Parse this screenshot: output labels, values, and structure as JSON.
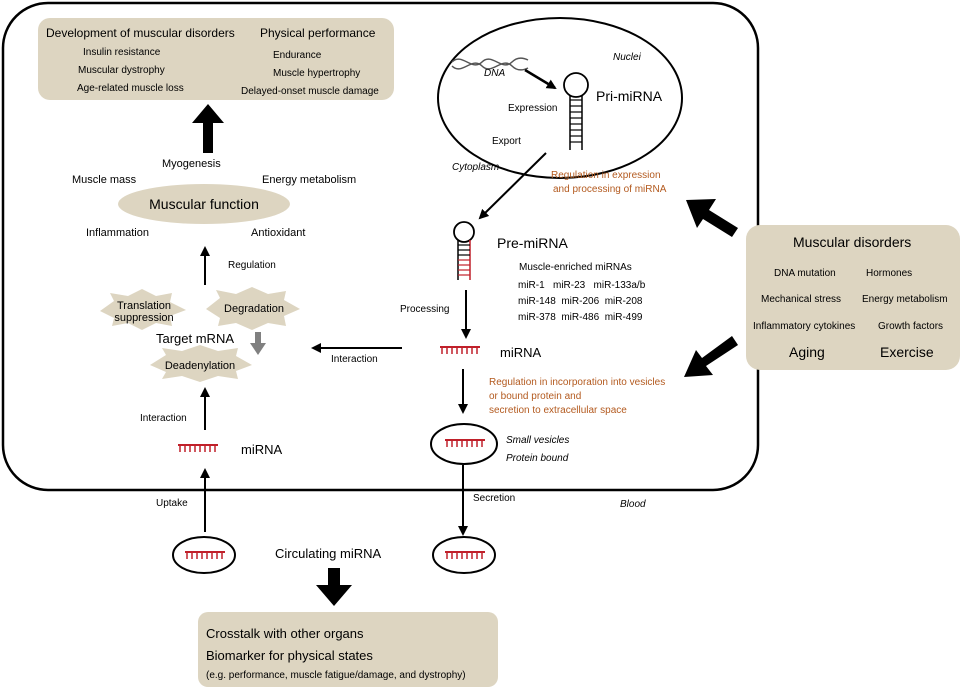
{
  "top_box": {
    "left_title": "Development of muscular disorders",
    "left_items": [
      "Insulin resistance",
      "Muscular dystrophy",
      "Age-related muscle loss"
    ],
    "right_title": "Physical performance",
    "right_items": [
      "Endurance",
      "Muscle hypertrophy",
      "Delayed-onset muscle damage"
    ]
  },
  "nucleus": {
    "label": "Nuclei",
    "dna": "DNA",
    "expression": "Expression",
    "pri_mirna": "Pri-miRNA",
    "export": "Export"
  },
  "cytoplasm_label": "Cytoplasm",
  "regulation_expression": [
    "Regulation in expression",
    "and processing of miRNA"
  ],
  "muscular_function": {
    "center": "Muscular function",
    "myogenesis": "Myogenesis",
    "muscle_mass": "Muscle mass",
    "energy_metabolism": "Energy metabolism",
    "inflammation": "Inflammation",
    "antioxidant": "Antioxidant"
  },
  "regulation_label": "Regulation",
  "target": {
    "translation_suppression": [
      "Translation",
      "suppression"
    ],
    "degradation": "Degradation",
    "target_mrna": "Target mRNA",
    "deadenylation": "Deadenylation"
  },
  "pre_mirna": {
    "label": "Pre-miRNA",
    "enriched_title": "Muscle-enriched miRNAs",
    "enriched_rows": [
      "miR-1   miR-23   miR-133a/b",
      "miR-148  miR-206  miR-208",
      "miR-378  miR-486  miR-499"
    ]
  },
  "processing_label": "Processing",
  "interaction_right": "Interaction",
  "mirna_right": "miRNA",
  "interaction_left": "Interaction",
  "mirna_left": "miRNA",
  "regulation_incorporation": [
    "Regulation in incorporation into vesicles",
    "or bound protein and",
    "secretion to extracellular space"
  ],
  "vesicles": [
    "Small vesicles",
    "Protein bound"
  ],
  "blood_label": "Blood",
  "uptake_label": "Uptake",
  "secretion_label": "Secretion",
  "circulating_label": "Circulating miRNA",
  "disorders_box": {
    "title": "Muscular disorders",
    "items": [
      "DNA mutation",
      "Hormones",
      "Mechanical stress",
      "Energy metabolism",
      "Inflammatory cytokines",
      "Growth factors"
    ],
    "aging": "Aging",
    "exercise": "Exercise"
  },
  "bottom_box": {
    "line1": "Crosstalk with other organs",
    "line2": "Biomarker for physical states",
    "line3": "(e.g. performance, muscle fatigue/damage, and dystrophy)"
  },
  "colors": {
    "box_fill": "#ddd5c1",
    "mirna_red": "#c0202a",
    "orange_text": "#b35a1f",
    "grey_arrow": "#808080"
  }
}
